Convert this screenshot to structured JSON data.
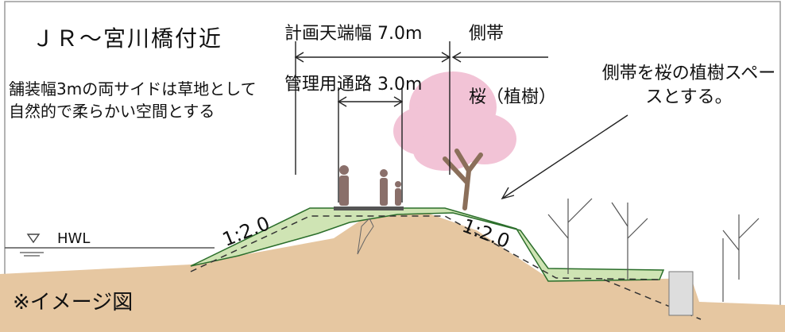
{
  "labels": {
    "title": "ＪＲ～宮川橋付近",
    "note_left": "舗装幅3mの両サイドは草地として自然的で柔らかい空間とする",
    "crest_width": "計画天端幅 7.0m",
    "side_strip": "側帯",
    "access_road": "管理用通路 3.0m",
    "cherry_tree": "桜（植樹）",
    "note_right": "側帯を桜の植樹スペースとする。",
    "hwl": "HWL",
    "slope_left": "1:2.0",
    "slope_right": "1:2.0",
    "image_note": "※イメージ図"
  },
  "colors": {
    "soil": "#e6c7a1",
    "embankment": "#cfe4b4",
    "embankment_edge": "#2b6e2b",
    "water_line": "#555555",
    "blossom": "#f2c3d6",
    "trunk": "#8b6f5a",
    "figure": "#8a6f6a",
    "ground_line": "#333333"
  },
  "icons": [
    "hwl-triangle-icon",
    "person-silhouette-icon",
    "cherry-tree-icon",
    "pointer-arrow-icon",
    "bare-tree-icon"
  ]
}
